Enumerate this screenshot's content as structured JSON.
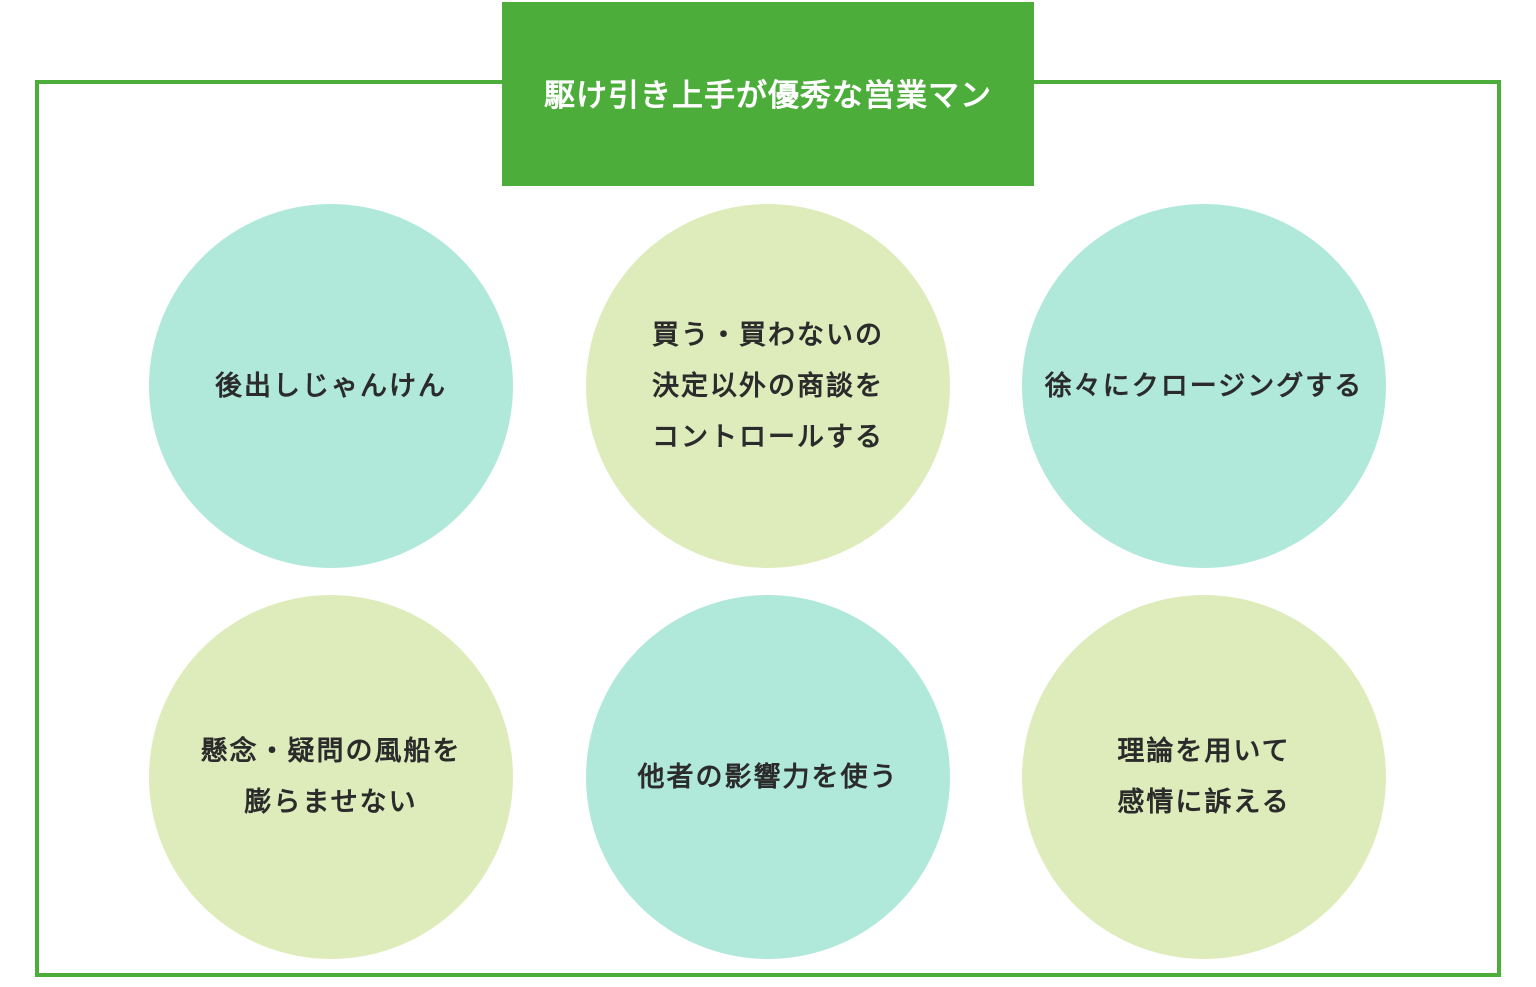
{
  "title": "駆け引き上手が優秀な営業マン",
  "colors": {
    "accent_green": "#4cad3b",
    "circle_teal": "#b0e9da",
    "circle_lime": "#deecbc",
    "text_dark": "#2b2b2b"
  },
  "circles": [
    {
      "color": "teal",
      "lines": [
        "後出しじゃんけん"
      ]
    },
    {
      "color": "lime",
      "lines": [
        "買う・買わないの",
        "決定以外の商談を",
        "コントロールする"
      ]
    },
    {
      "color": "teal",
      "lines": [
        "徐々にクロージングする"
      ]
    },
    {
      "color": "lime",
      "lines": [
        "懸念・疑問の風船を",
        "膨らませない"
      ]
    },
    {
      "color": "teal",
      "lines": [
        "他者の影響力を使う"
      ]
    },
    {
      "color": "lime",
      "lines": [
        "理論を用いて",
        "感情に訴える"
      ]
    }
  ]
}
